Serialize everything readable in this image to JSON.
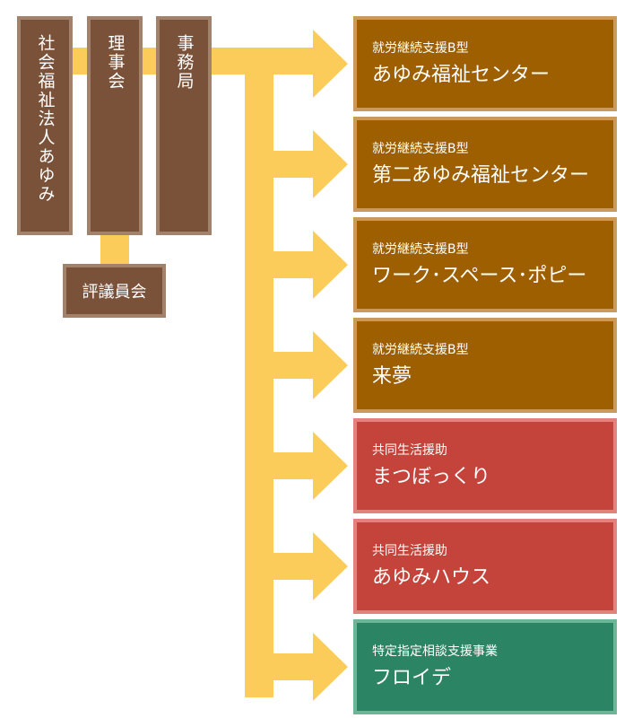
{
  "colors": {
    "connector": "#fccc5a",
    "org_box": "#7a5239",
    "org_border": "#a3826c",
    "employment": "#9e5f00",
    "employment_border": "#c99a5c",
    "group_home": "#c4433a",
    "group_home_border": "#e1827d",
    "consultation": "#2b8464",
    "consultation_border": "#6cb596"
  },
  "org": {
    "corporation": "社会福祉法人あゆみ",
    "board": "理事会",
    "office": "事務局",
    "council": "評議員会"
  },
  "facilities": [
    {
      "category": "就労継続支援B型",
      "name": "あゆみ福祉センター",
      "type": "employment"
    },
    {
      "category": "就労継続支援B型",
      "name": "第二あゆみ福祉センター",
      "type": "employment"
    },
    {
      "category": "就労継続支援B型",
      "name": "ワーク･スペース･ポピー",
      "type": "employment"
    },
    {
      "category": "就労継続支援B型",
      "name": "来夢",
      "type": "employment"
    },
    {
      "category": "共同生活援助",
      "name": "まつぼっくり",
      "type": "group_home"
    },
    {
      "category": "共同生活援助",
      "name": "あゆみハウス",
      "type": "group_home"
    },
    {
      "category": "特定指定相談支援事業",
      "name": "フロイデ",
      "type": "consultation"
    }
  ]
}
